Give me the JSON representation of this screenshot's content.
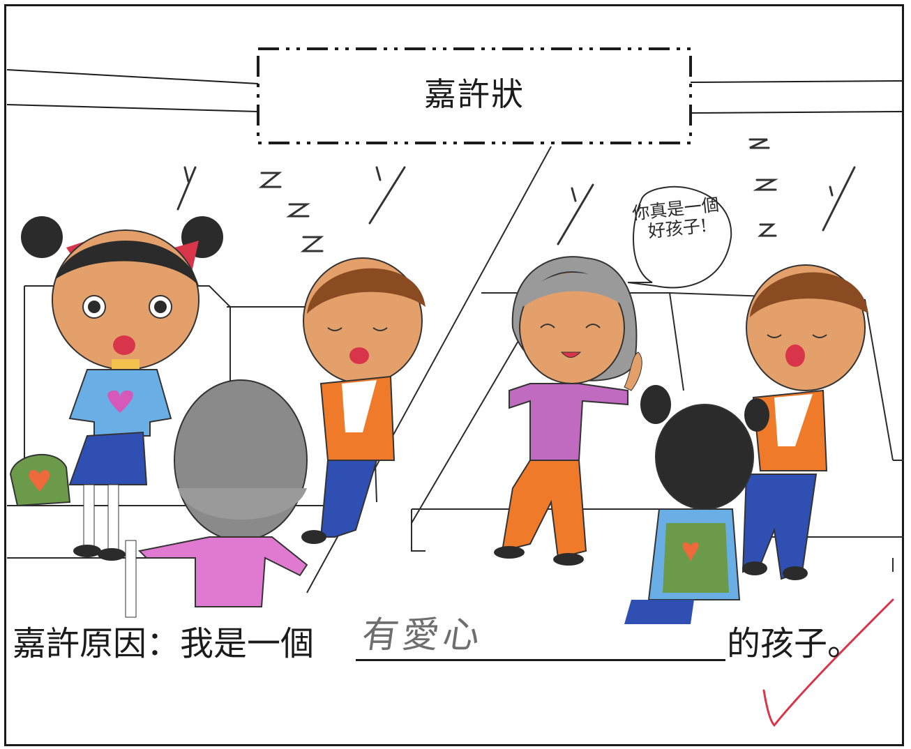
{
  "certificate": {
    "title": "嘉許狀",
    "reason_label": "嘉許原因：我是一個",
    "handwritten_answer": "有愛心",
    "reason_suffix": "的孩子。",
    "speech_bubble": "你真是一個好孩子!"
  },
  "colors": {
    "ink": "#1b1b1b",
    "pencil": "#6e6e6e",
    "check_mark": "#d8344a",
    "skin": "#e3a06a",
    "hair_black": "#2b2b2b",
    "hair_brown": "#8a4a22",
    "hair_grey": "#9a9a9a",
    "shirt_blue": "#6aaee6",
    "skirt_blue": "#2f4fb3",
    "pink_top": "#e07ad0",
    "orange": "#ef7a2a",
    "purple_top": "#c06ac0",
    "green_bag": "#6a9a4a",
    "heart": "#ef6a3a",
    "heart_pink": "#d658b8",
    "ribbon_red": "#d8344a"
  },
  "icons": {
    "check": "check-mark-icon",
    "heart": "heart-icon",
    "sleep": "zzz-icon"
  }
}
